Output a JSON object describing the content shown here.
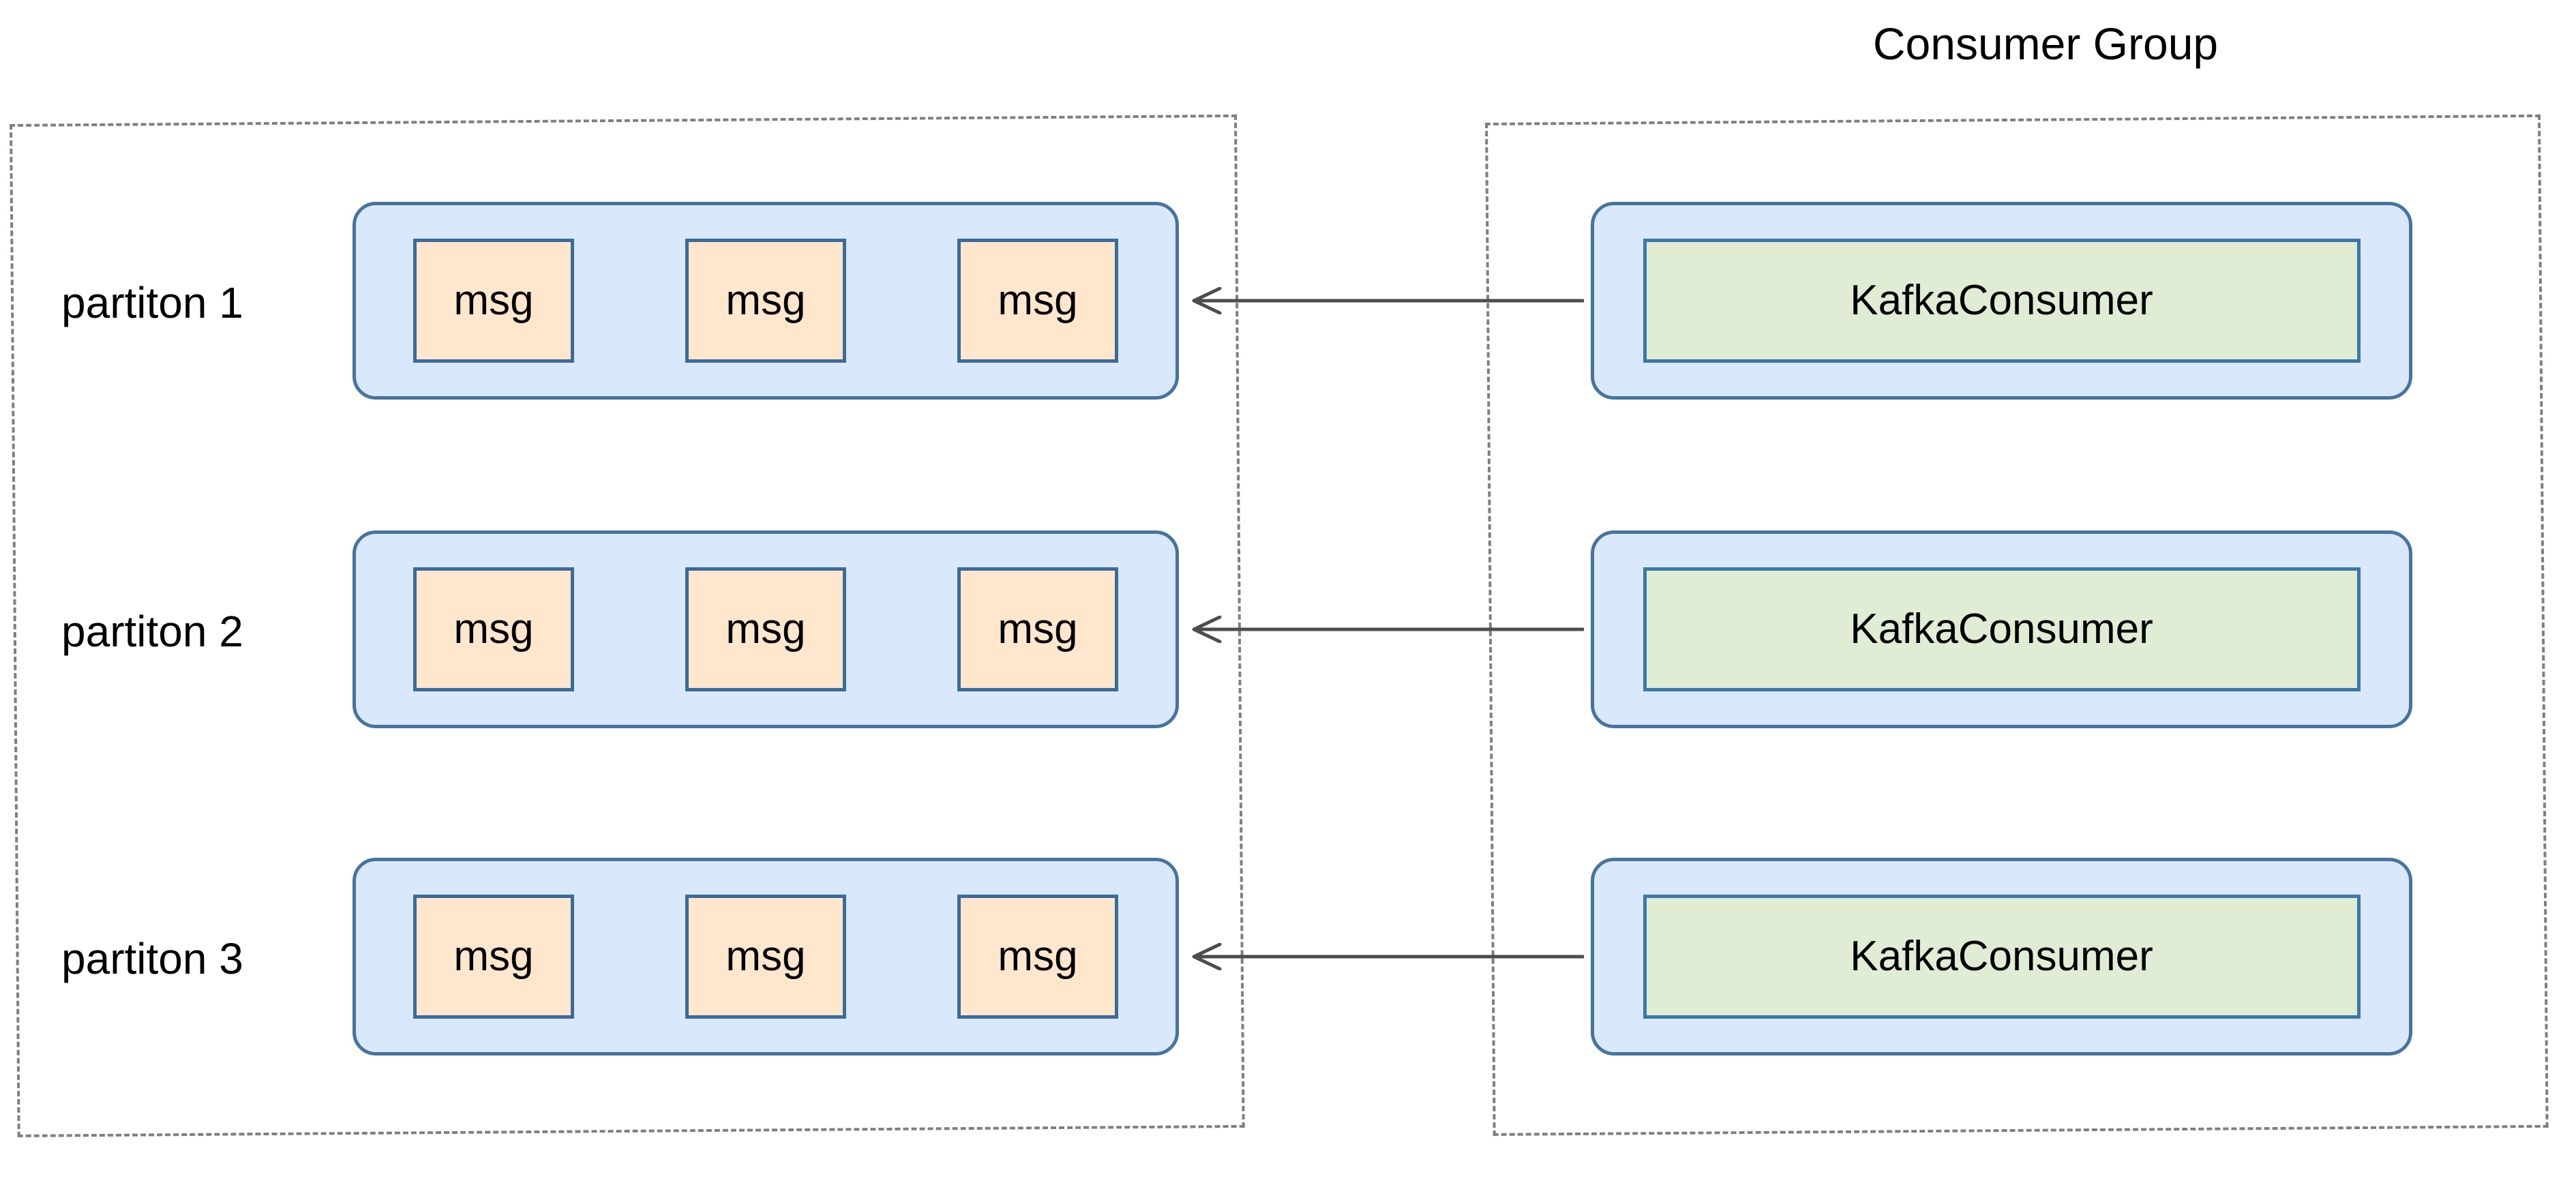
{
  "diagram": {
    "title": "Consumer Group",
    "colors": {
      "partition_fill": "#dae8fc",
      "partition_border": "#46749f",
      "message_fill": "#ffe6cc",
      "message_border": "#3b6b9b",
      "consumer_inner_fill": "#e1ecd5",
      "consumer_inner_border": "#3d76a8",
      "group_border": "#7f7f7f",
      "arrow": "#4d4d4d",
      "background": "#ffffff",
      "text": "#000000"
    }
  },
  "topic": {
    "partitions": [
      {
        "label": "partiton 1",
        "messages": [
          {
            "label": "msg"
          },
          {
            "label": "msg"
          },
          {
            "label": "msg"
          }
        ]
      },
      {
        "label": "partiton 2",
        "messages": [
          {
            "label": "msg"
          },
          {
            "label": "msg"
          },
          {
            "label": "msg"
          }
        ]
      },
      {
        "label": "partiton 3",
        "messages": [
          {
            "label": "msg"
          },
          {
            "label": "msg"
          },
          {
            "label": "msg"
          }
        ]
      }
    ]
  },
  "consumer_group": {
    "title": "Consumer Group",
    "consumers": [
      {
        "label": "KafkaConsumer"
      },
      {
        "label": "KafkaConsumer"
      },
      {
        "label": "KafkaConsumer"
      }
    ]
  },
  "connections": [
    {
      "from": "KafkaConsumer 1",
      "to": "partiton 1",
      "direction": "left"
    },
    {
      "from": "KafkaConsumer 2",
      "to": "partiton 2",
      "direction": "left"
    },
    {
      "from": "KafkaConsumer 3",
      "to": "partiton 3",
      "direction": "left"
    }
  ]
}
